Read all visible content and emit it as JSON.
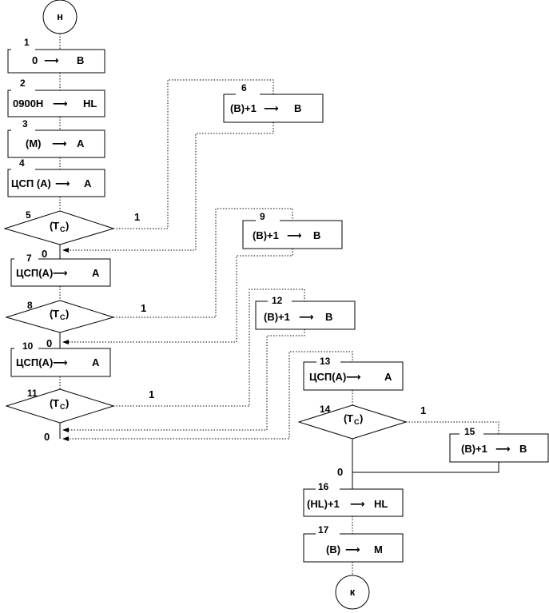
{
  "terminals": {
    "start": "н",
    "end": "к"
  },
  "blocks": {
    "b1": {
      "num": "1",
      "text": "0",
      "dest": "B"
    },
    "b2": {
      "num": "2",
      "text": "0900H",
      "dest": "HL"
    },
    "b3": {
      "num": "3",
      "text": "(M)",
      "dest": "A"
    },
    "b4": {
      "num": "4",
      "text": "ЦСП (A)",
      "dest": "A"
    },
    "b6": {
      "num": "6",
      "text": "(B)+1",
      "dest": "B"
    },
    "b7": {
      "num": "7",
      "text": "ЦСП(A)",
      "dest": "A"
    },
    "b9": {
      "num": "9",
      "text": "(B)+1",
      "dest": "B"
    },
    "b10": {
      "num": "10",
      "text": "ЦСП(A)",
      "dest": "A"
    },
    "b12": {
      "num": "12",
      "text": "(B)+1",
      "dest": "B"
    },
    "b13": {
      "num": "13",
      "text": "ЦСП(A)",
      "dest": "A"
    },
    "b15": {
      "num": "15",
      "text": "(B)+1",
      "dest": "B"
    },
    "b16": {
      "num": "16",
      "text": "(HL)+1",
      "dest": "HL"
    },
    "b17": {
      "num": "17",
      "text": "(B)",
      "dest": "M"
    }
  },
  "decisions": {
    "d5": {
      "num": "5",
      "label": "T",
      "sub": "C",
      "yes": "1",
      "no": "0"
    },
    "d8": {
      "num": "8",
      "label": "T",
      "sub": "C",
      "yes": "1",
      "no": "0"
    },
    "d11": {
      "num": "11",
      "label": "T",
      "sub": "C",
      "yes": "1",
      "no": "0"
    },
    "d14": {
      "num": "14",
      "label": "T",
      "sub": "C",
      "yes": "1",
      "no": "0"
    }
  },
  "symbols": {
    "open_paren": "(",
    "close_paren": ")",
    "arrow": "⟶"
  }
}
